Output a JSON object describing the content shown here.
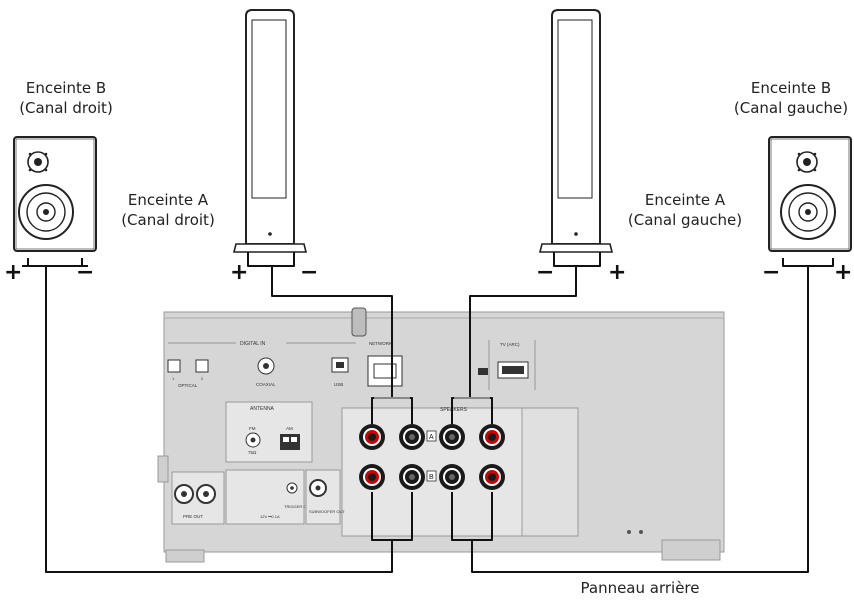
{
  "labels": {
    "speaker_b_right": [
      "Enceinte B",
      "(Canal droit)"
    ],
    "speaker_a_right": [
      "Enceinte A",
      "(Canal droit)"
    ],
    "speaker_a_left": [
      "Enceinte A",
      "(Canal gauche)"
    ],
    "speaker_b_left": [
      "Enceinte B",
      "(Canal gauche)"
    ],
    "rear_panel": "Panneau arrière"
  },
  "polarity": {
    "plus": "+",
    "minus": "−"
  },
  "panel": {
    "digital_in": "DIGITAL IN",
    "optical": "OPTICAL",
    "optical_1": "1",
    "optical_2": "2",
    "coaxial": "COAXIAL",
    "usb": "USB",
    "network": "NETWORK",
    "tv_arc": "TV (ARC)",
    "speakers": "SPEAKERS",
    "antenna": "ANTENNA",
    "fm": "FM",
    "fm_ohm": "75Ω",
    "am": "AM",
    "pre_out": "PRE OUT",
    "trigger_out": "TRIGGER OUT",
    "trigger_spec": "12V ⎓0.1A",
    "subwoofer_out": "SUBWOOFER OUT",
    "terminal_a": "A",
    "terminal_b": "B"
  }
}
